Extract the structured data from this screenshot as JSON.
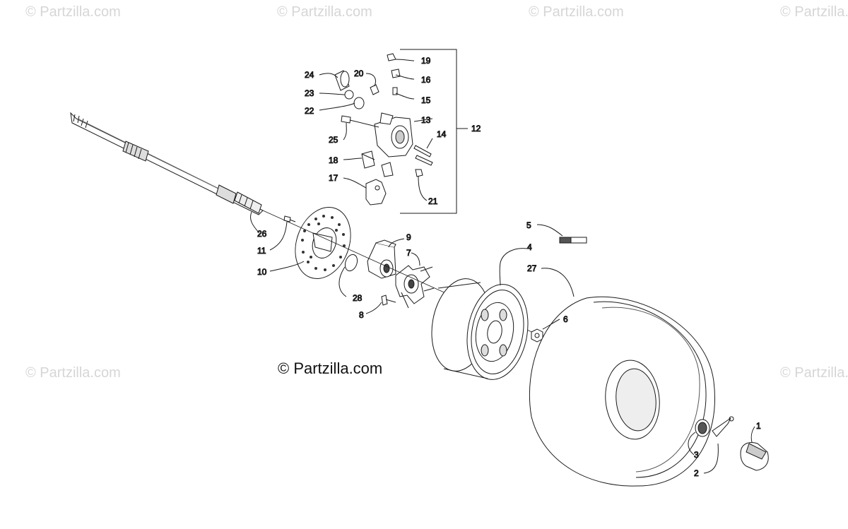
{
  "watermarks": [
    "© Partzilla.com",
    "© Partzilla.com",
    "© Partzilla.com",
    "© Partzilla.com",
    "© Partzilla.com",
    "© Partzilla.com"
  ],
  "copyright": "© Partzilla.com",
  "callouts": {
    "c1": "1",
    "c2": "2",
    "c3": "3",
    "c4": "4",
    "c5": "5",
    "c6": "6",
    "c7": "7",
    "c8": "8",
    "c9": "9",
    "c10": "10",
    "c11": "11",
    "c12": "12",
    "c13": "13",
    "c14": "14",
    "c15": "15",
    "c16": "16",
    "c17": "17",
    "c18": "18",
    "c19": "19",
    "c20": "20",
    "c21": "21",
    "c22": "22",
    "c23": "23",
    "c24": "24",
    "c25": "25",
    "c26": "26",
    "c27": "27",
    "c28": "28"
  }
}
